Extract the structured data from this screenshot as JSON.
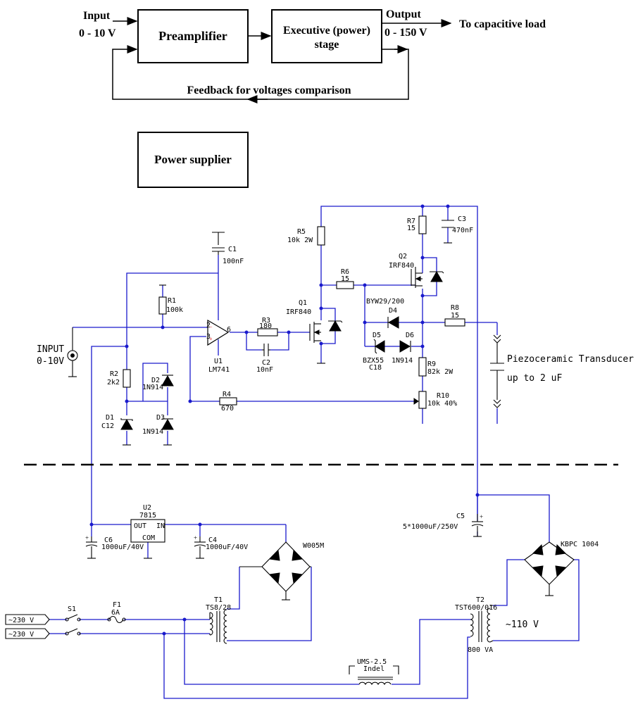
{
  "block_diagram": {
    "input_label": "Input",
    "input_range": "0 - 10 V",
    "preamplifier": "Preamplifier",
    "executive_line1": "Executive (power)",
    "executive_line2": "stage",
    "output_label": "Output",
    "output_range": "0 - 150 V",
    "load_label": "To capacitive load",
    "feedback_label": "Feedback for voltages comparison",
    "power_supplier": "Power supplier"
  },
  "schematic": {
    "input_label": "INPUT",
    "input_range": "0-10V",
    "c1": {
      "ref": "C1",
      "value": "100nF"
    },
    "r1": {
      "ref": "R1",
      "value": "100k"
    },
    "r2": {
      "ref": "R2",
      "value": "2k2"
    },
    "d1": {
      "ref": "D1",
      "value": "C12"
    },
    "d2": {
      "ref": "D2",
      "value": "1N914"
    },
    "d3": {
      "ref": "D3",
      "value": "1N914"
    },
    "u1": {
      "ref": "U1",
      "value": "LM741"
    },
    "u1_pins": {
      "p2": "2",
      "p3": "3",
      "p6": "6"
    },
    "r3": {
      "ref": "R3",
      "value": "180"
    },
    "c2": {
      "ref": "C2",
      "value": "10nF"
    },
    "r4": {
      "ref": "R4",
      "value": "670"
    },
    "q1": {
      "ref": "Q1",
      "value": "IRF840"
    },
    "r5": {
      "ref": "R5",
      "value": "10k 2W"
    },
    "r6": {
      "ref": "R6",
      "value": "15"
    },
    "r7": {
      "ref": "R7",
      "value": "15"
    },
    "c3": {
      "ref": "C3",
      "value": "470nF"
    },
    "q2": {
      "ref": "Q2",
      "value": "IRF840"
    },
    "d4": {
      "ref": "D4",
      "value": "BYW29/200"
    },
    "d5": {
      "ref": "D5",
      "value": "BZX55",
      "value2": "C18"
    },
    "d6": {
      "ref": "D6",
      "value": "1N914"
    },
    "r8": {
      "ref": "R8",
      "value": "15"
    },
    "r9": {
      "ref": "R9",
      "value": "82k 2W"
    },
    "r10": {
      "ref": "R10",
      "value": "10k 40%"
    },
    "transducer": "Piezoceramic Transducer",
    "transducer_cap": "up to 2 uF"
  },
  "power_section": {
    "u2": {
      "ref": "U2",
      "value": "7815"
    },
    "u2_out": "OUT",
    "u2_in": "IN",
    "u2_com": "COM",
    "c6": {
      "ref": "C6",
      "value": "1000uF/40V"
    },
    "c4": {
      "ref": "C4",
      "value": "1000uF/40V"
    },
    "bridge1": "W005M",
    "c5": {
      "ref": "C5",
      "value": "5*1000uF/250V"
    },
    "bridge2": "KBPC 1004",
    "t1": {
      "ref": "T1",
      "value": "TS8/28"
    },
    "t2": {
      "ref": "T2",
      "value": "TST600/016"
    },
    "t2_rating": "800 VA",
    "t2_secondary": "~110 V",
    "mains1": "~230 V",
    "mains2": "~230 V",
    "s1": "S1",
    "f1": {
      "ref": "F1",
      "value": "6A"
    },
    "choke": {
      "ref": "UMS-2.5",
      "value": "Indel"
    }
  }
}
